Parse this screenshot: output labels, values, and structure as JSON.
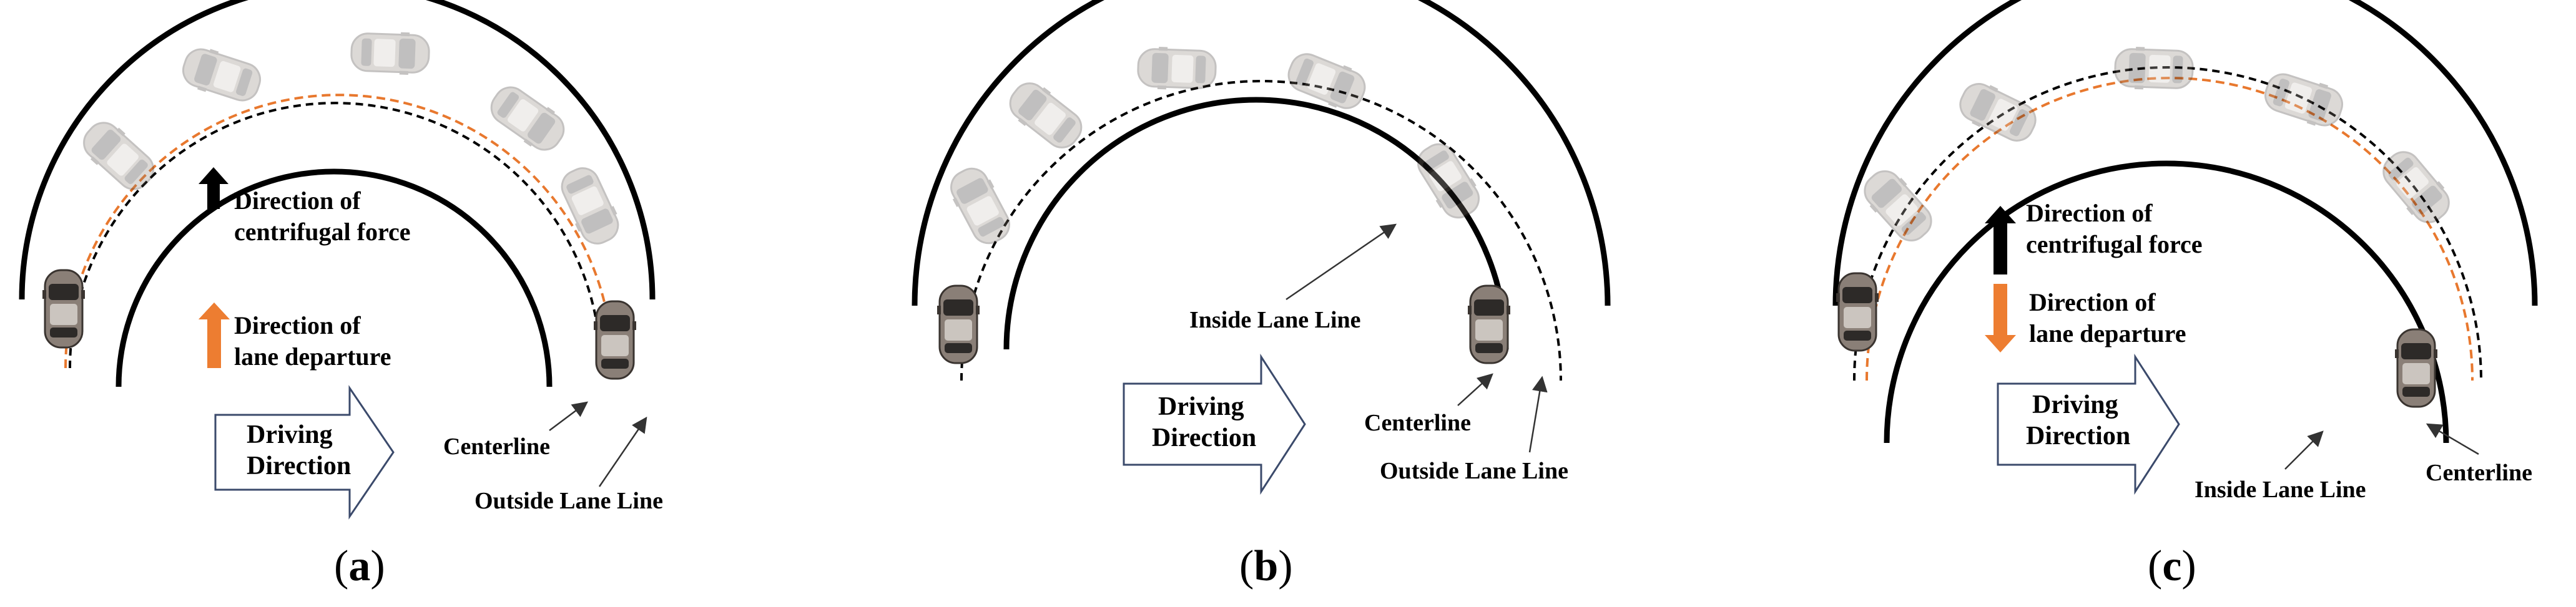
{
  "panels": [
    {
      "id": "a",
      "letter": "a",
      "legend": {
        "centrifugal": [
          "Direction of",
          "centrifugal force"
        ],
        "departure": [
          "Direction of",
          "lane departure"
        ],
        "departure_direction": "up"
      },
      "driving_direction": [
        "Driving",
        "Direction"
      ],
      "labels": {
        "centerline": "Centerline",
        "outside_lane_line": "Outside Lane Line"
      }
    },
    {
      "id": "b",
      "letter": "b",
      "driving_direction": [
        "Driving",
        "Direction"
      ],
      "labels": {
        "inside_lane_line": "Inside Lane Line",
        "centerline": "Centerline",
        "outside_lane_line": "Outside Lane Line"
      }
    },
    {
      "id": "c",
      "letter": "c",
      "legend": {
        "centrifugal": [
          "Direction of",
          "centrifugal force"
        ],
        "departure": [
          "Direction of",
          "lane departure"
        ],
        "departure_direction": "down"
      },
      "driving_direction": [
        "Driving",
        "Direction"
      ],
      "labels": {
        "inside_lane_line": "Inside Lane Line",
        "centerline": "Centerline"
      }
    }
  ],
  "colors": {
    "lane_line": "#000000",
    "centerline": "#000000",
    "trajectory": "#e8782e",
    "centrifugal_arrow": "#000000",
    "departure_arrow": "#ed7d31",
    "driving_arrow_stroke": "#3b4a6b"
  },
  "icons": [
    "car-icon",
    "ghost-car-icon",
    "driving-direction-arrow-icon"
  ]
}
